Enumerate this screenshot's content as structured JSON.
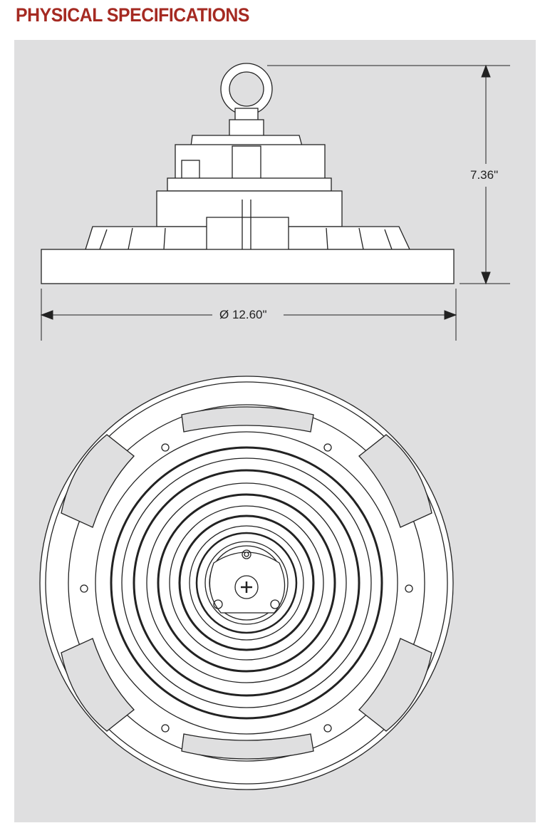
{
  "title": "PHYSICAL SPECIFICATIONS",
  "dimensions": {
    "height": "7.36\"",
    "diameter": "Ø 12.60\""
  },
  "views": [
    "side-view",
    "bottom-view"
  ]
}
